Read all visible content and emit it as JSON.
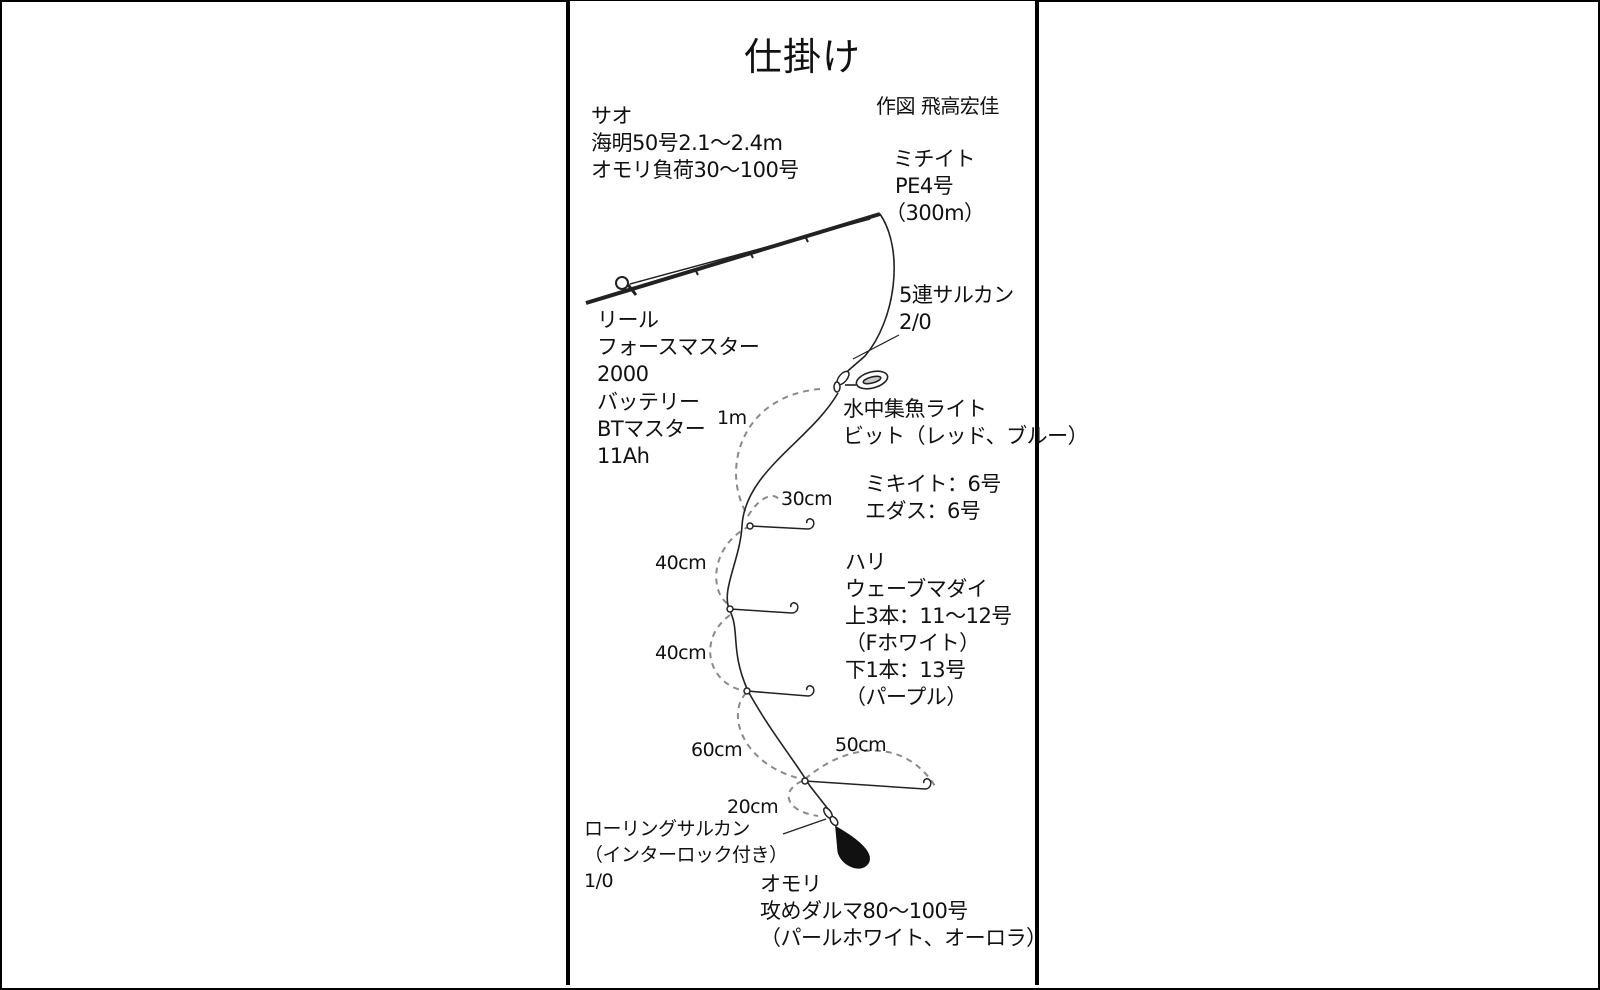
{
  "title": "仕掛け",
  "credit": "作図 飛高宏佳",
  "rod": {
    "heading": "サオ",
    "model": "海明50号2.1～2.4m",
    "load": "オモリ負荷30～100号"
  },
  "mainline": {
    "heading": "ミチイト",
    "spec": "PE4号",
    "length": "（300m）"
  },
  "swivel5": {
    "heading": "5連サルカン",
    "size": "2/0"
  },
  "reel": {
    "heading": "リール",
    "model": "フォースマスター",
    "size": "2000"
  },
  "battery": {
    "heading": "バッテリー",
    "model": "BTマスター",
    "capacity": "11Ah"
  },
  "light": {
    "heading": "水中集魚ライト",
    "model": "ビット（レッド、ブルー）"
  },
  "leader": {
    "mikiito": "ミキイト：6号",
    "edasu": "エダス：6号"
  },
  "hook": {
    "heading": "ハリ",
    "model": "ウェーブマダイ",
    "upper": "上3本：11～12号",
    "upper_color": "（Fホワイト）",
    "lower": "下1本：13号",
    "lower_color": "（パープル）"
  },
  "rolling_swivel": {
    "heading": "ローリングサルカン",
    "note": "（インターロック付き）",
    "size": "1/0"
  },
  "sinker": {
    "heading": "オモリ",
    "model": "攻めダルマ80～100号",
    "color": "（パールホワイト、オーロラ）"
  },
  "dimensions": {
    "d1m": "1m",
    "d30": "30cm",
    "d40a": "40cm",
    "d40b": "40cm",
    "d60": "60cm",
    "d50": "50cm",
    "d20": "20cm"
  },
  "colors": {
    "line": "#222222",
    "border": "#000000",
    "dashed": "#8a8a8a"
  }
}
